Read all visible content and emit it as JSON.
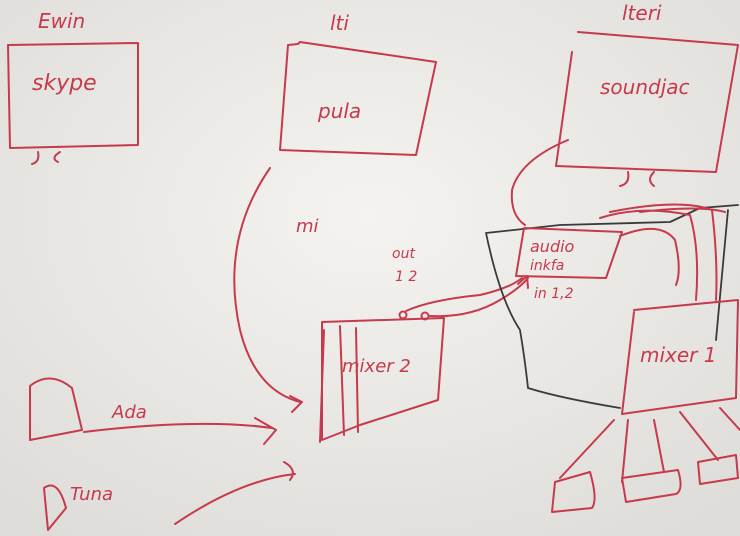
{
  "colors": {
    "ink": "#c63a4c",
    "pencil": "#3a3a3a",
    "paper": "#ecebe8"
  },
  "people": [
    {
      "name": "Ewin",
      "screen_label": "skype"
    },
    {
      "name": "lti",
      "screen_label": "pula"
    },
    {
      "name": "lteri",
      "screen_label": "soundjac"
    }
  ],
  "labels": {
    "mic": "mi",
    "out": "out",
    "out_channels": "1 2",
    "audio_interface": [
      "audio",
      "inkfa"
    ],
    "in_channels": "in 1,2",
    "mixer2": "mixer 2",
    "mixer1": "mixer 1",
    "singer1": "Ada",
    "singer2": "Tuna"
  }
}
